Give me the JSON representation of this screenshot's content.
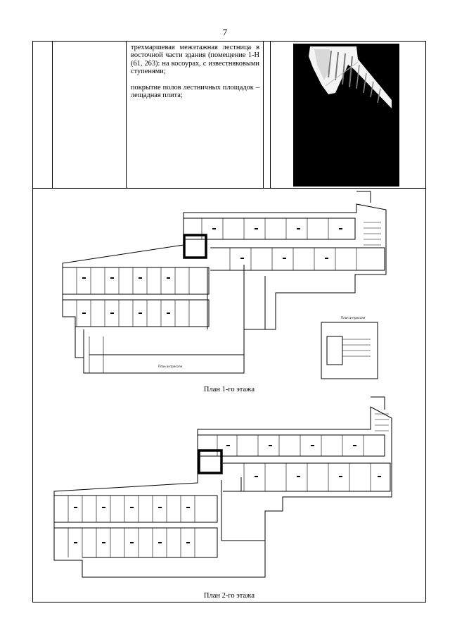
{
  "page": {
    "number": "7"
  },
  "table_row": {
    "description": [
      "трехмаршевая межэтажная лестница в восточной части здания (помещение 1-Н (61, 263): на косоурах, с известняковыми ступенями;",
      "покрытие полов лестничных площадок – лещадная плита;"
    ]
  },
  "plans": [
    {
      "caption": "План 1-го этажа",
      "label_mezz": "План антресоли",
      "label_mezz_small": "План антресоли"
    },
    {
      "caption": "План 2-го этажа"
    }
  ]
}
